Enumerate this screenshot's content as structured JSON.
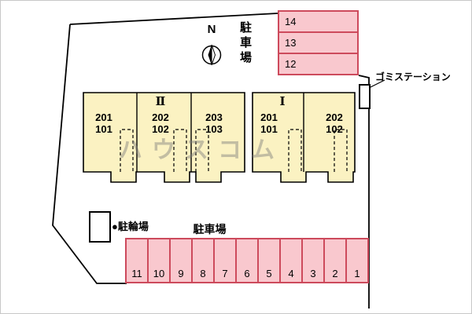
{
  "site_plan": {
    "north_label": "N",
    "top_parking": {
      "label_vertical": "駐車場",
      "spaces": [
        "14",
        "13",
        "12"
      ]
    },
    "garbage_station_label": "ゴミステーション",
    "buildings": [
      {
        "roman_label": "Ⅱ",
        "units": [
          {
            "upper": "201",
            "lower": "101"
          },
          {
            "upper": "202",
            "lower": "102"
          },
          {
            "upper": "203",
            "lower": "103"
          }
        ]
      },
      {
        "roman_label": "Ⅰ",
        "units": [
          {
            "upper": "201",
            "lower": "101"
          },
          {
            "upper": "202",
            "lower": "102"
          }
        ]
      }
    ],
    "bicycle_parking_label": "●駐輪場",
    "bottom_parking": {
      "label": "駐車場",
      "spaces": [
        "11",
        "10",
        "9",
        "8",
        "7",
        "6",
        "5",
        "4",
        "3",
        "2",
        "1"
      ]
    },
    "watermark": "ハウスコム",
    "colors": {
      "building_fill": "#fbf2c2",
      "parking_fill": "#f9c8ce",
      "parking_border": "#cd4a5c",
      "outline": "#000000"
    }
  }
}
